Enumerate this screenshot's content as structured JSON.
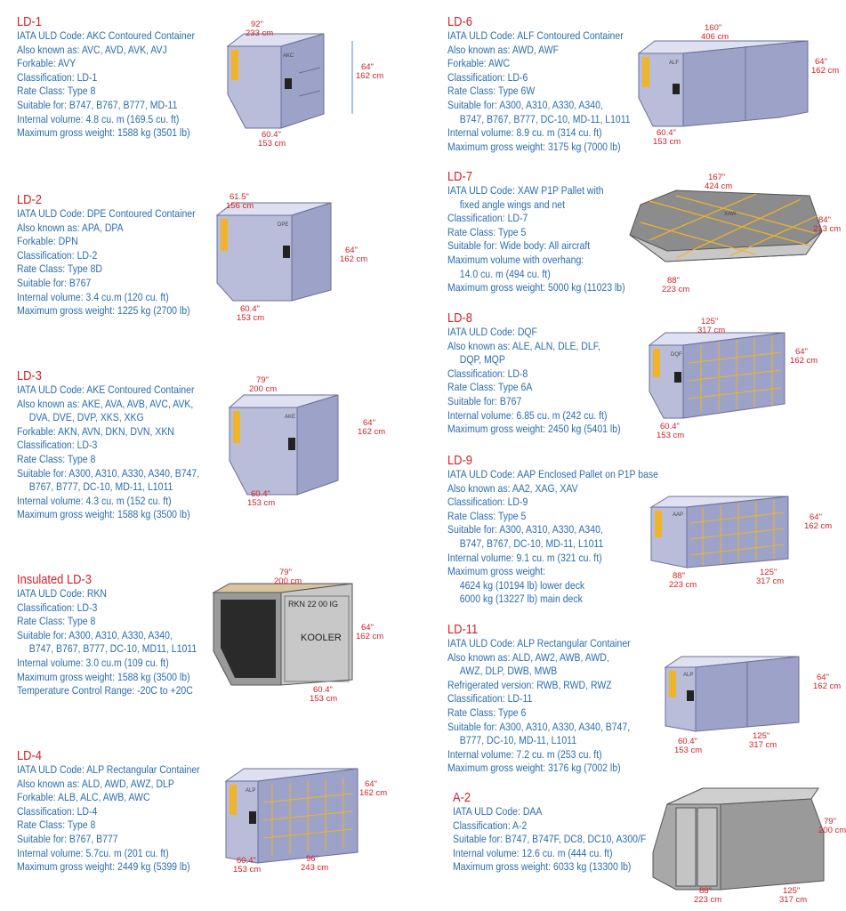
{
  "entries": [
    {
      "id": "ld1",
      "title": "LD-1",
      "lines": [
        "IATA ULD Code: AKC Contoured Container",
        "Also known as: AVC, AVD, AVK, AVJ",
        "Forkable: AVY",
        "Classification: LD-1",
        "Rate Class: Type 8",
        "Suitable for: B747, B767, B777, MD-11",
        "Internal volume: 4.8 cu. m (169.5 cu. ft)",
        "Maximum gross weight: 1588 kg (3501 lb)"
      ],
      "dims": {
        "top": "92\"",
        "top2": "233 cm",
        "side": "64\"",
        "side2": "162 cm",
        "bottom": "60.4\"",
        "bottom2": "153 cm"
      },
      "label": "AKC"
    },
    {
      "id": "ld2",
      "title": "LD-2",
      "lines": [
        "IATA ULD Code: DPE Contoured Container",
        "Also known as: APA, DPA",
        "Forkable: DPN",
        "Classification: LD-2",
        "Rate Class: Type 8D",
        "Suitable for: B767",
        "Internal volume: 3.4  cu.m (120 cu. ft)",
        "Maximum gross weight: 1225 kg (2700 lb)"
      ],
      "dims": {
        "top": "61.5\"",
        "top2": "156 cm",
        "side": "64\"",
        "side2": "162 cm",
        "bottom": "60.4\"",
        "bottom2": "153 cm"
      },
      "label": "DPE"
    },
    {
      "id": "ld3",
      "title": "LD-3",
      "lines": [
        "IATA ULD Code: AKE Contoured Container",
        "Also known as: AKE, AVA, AVB, AVC, AVK,",
        {
          "indent": true,
          "text": "DVA, DVE, DVP, XKS, XKG"
        },
        "Forkable: AKN, AVN, DKN, DVN, XKN",
        "Classification: LD-3",
        "Rate Class: Type 8",
        "Suitable for: A300, A310, A330, A340, B747,",
        {
          "indent": true,
          "text": "B767, B777, DC-10, MD-11, L1011"
        },
        "Internal volume: 4.3 cu. m (152 cu. ft)",
        "Maximum gross weight: 1588 kg (3500 lb)"
      ],
      "dims": {
        "top": "79\"",
        "top2": "200 cm",
        "side": "64\"",
        "side2": "162 cm",
        "bottom": "60.4\"",
        "bottom2": "153 cm"
      },
      "label": "AKE"
    },
    {
      "id": "ild3",
      "title": "Insulated LD-3",
      "lines": [
        "IATA ULD Code:  RKN",
        "Classification:  LD-3",
        "Rate Class:  Type 8",
        "Suitable for:  A300, A310, A330, A340,",
        {
          "indent": true,
          "text": "B747, B767, B777, DC-10, MD11, L1011"
        },
        "Internal volume: 3.0 cu.m (109 cu. ft)",
        "Maximum gross weight: 1588 kg (3500 lb)",
        "Temperature Control Range:  -20C to +20C"
      ],
      "dims": {
        "top": "79\"",
        "top2": "200 cm",
        "side": "64\"",
        "side2": "162 cm",
        "bottom": "60.4\"",
        "bottom2": "153 cm"
      },
      "label": "RKN  22 00  IG",
      "brand": "KOOLER"
    },
    {
      "id": "ld4",
      "title": "LD-4",
      "lines": [
        "IATA ULD Code: ALP Rectangular Container",
        "Also known as: ALD, AWD, AWZ, DLP",
        "Forkable: ALB, ALC, AWB, AWC",
        "Classification: LD-4",
        "Rate Class: Type 8",
        "Suitable for: B767, B777",
        "Internal volume: 5.7cu. m (201 cu. ft)",
        "Maximum gross weight: 2449 kg (5399 lb)"
      ],
      "dims": {
        "side": "64\"",
        "side2": "162 cm",
        "bottom": "60.4\"",
        "bottom2": "153 cm",
        "front": "96\"",
        "front2": "243 cm"
      },
      "label": "ALP"
    },
    {
      "id": "ld6",
      "title": "LD-6",
      "lines": [
        "IATA ULD Code: ALF Contoured Container",
        "Also known as: AWD, AWF",
        "Forkable: AWC",
        "Classification: LD-6",
        "Rate Class: Type 6W",
        "Suitable for: A300, A310, A330, A340,",
        {
          "indent": true,
          "text": "B747, B767, B777, DC-10, MD-11, L1011"
        },
        "Internal volume: 8.9 cu. m (314 cu. ft)",
        "Maximum gross weight: 3175 kg (7000 lb)"
      ],
      "dims": {
        "top": "160\"",
        "top2": "406 cm",
        "side": "64\"",
        "side2": "162 cm",
        "bottom": "60.4\"",
        "bottom2": "153 cm"
      },
      "label": "ALF"
    },
    {
      "id": "ld7",
      "title": "LD-7",
      "lines": [
        "IATA ULD Code: XAW P1P Pallet with",
        {
          "indent": true,
          "text": "fixed angle wings and net"
        },
        "Classification: LD-7",
        "Rate Class: Type 5",
        "Suitable for: Wide body: All aircraft",
        "Maximum volume with overhang:",
        {
          "indent": true,
          "text": "14.0 cu. m (494 cu. ft)"
        },
        "Maximum gross weight: 5000 kg (11023 lb)"
      ],
      "dims": {
        "top": "167\"",
        "top2": "424 cm",
        "side": "84\"",
        "side2": "213 cm",
        "bottom": "88\"",
        "bottom2": "223 cm"
      },
      "label": "XAW"
    },
    {
      "id": "ld8",
      "title": "LD-8",
      "lines": [
        "IATA ULD Code: DQF",
        "Also known as: ALE, ALN, DLE, DLF,",
        {
          "indent": true,
          "text": "DQP, MQP"
        },
        "Classification: LD-8",
        "Rate Class: Type 6A",
        "Suitable for: B767",
        "Internal volume: 6.85 cu. m (242 cu. ft)",
        "Maximum gross weight: 2450 kg (5401 lb)"
      ],
      "dims": {
        "top": "125\"",
        "top2": "317 cm",
        "side": "64\"",
        "side2": "162 cm",
        "bottom": "60.4\"",
        "bottom2": "153 cm"
      },
      "label": "DQF"
    },
    {
      "id": "ld9",
      "title": "LD-9",
      "lines": [
        "IATA ULD Code: AAP Enclosed Pallet on P1P base",
        "Also known as: AA2, XAG, XAV",
        "Classification: LD-9",
        "Rate Class: Type 5",
        "Suitable for: A300, A310, A330, A340,",
        {
          "indent": true,
          "text": "B747, B767, DC-10, MD-11, L1011"
        },
        "Internal volume: 9.1 cu. m (321 cu. ft)",
        "Maximum gross weight:",
        {
          "indent": true,
          "text": "4624 kg (10194 lb) lower deck"
        },
        {
          "indent": true,
          "text": "6000 kg (13227 lb) main deck"
        }
      ],
      "dims": {
        "side": "64\"",
        "side2": "162 cm",
        "bottom": "88\"",
        "bottom2": "223 cm",
        "front": "125\"",
        "front2": "317 cm"
      },
      "label": "AAP"
    },
    {
      "id": "ld11",
      "title": "LD-11",
      "lines": [
        "IATA ULD Code: ALP Rectangular Container",
        "Also known as: ALD, AW2, AWB, AWD,",
        {
          "indent": true,
          "text": "AWZ, DLP, DWB, MWB"
        },
        "Refrigerated version: RWB, RWD, RWZ",
        "Classification: LD-11",
        "Rate Class: Type 6",
        "Suitable for: A300, A310, A330, A340, B747,",
        {
          "indent": true,
          "text": "B777, DC-10, MD-11, L1011"
        },
        "Internal volume: 7.2 cu. m (253 cu. ft)",
        "Maximum gross weight: 3176 kg (7002 lb)"
      ],
      "dims": {
        "side": "64\"",
        "side2": "162 cm",
        "bottom": "60.4\"",
        "bottom2": "153 cm",
        "front": "125\"",
        "front2": "317 cm"
      },
      "label": "ALP"
    },
    {
      "id": "a2",
      "title": "A-2",
      "lines": [
        "IATA ULD Code:  DAA",
        "Classification:  A-2",
        "Suitable for:  B747, B747F, DC8, DC10, A300/F",
        "Internal volume:  12.6 cu. m (444 cu. ft)",
        "Maximum gross weight:  6033 kg (13300 lb)"
      ],
      "dims": {
        "side": "79\"",
        "side2": "200 cm",
        "bottom": "88\"",
        "bottom2": "223 cm",
        "front": "125\"",
        "front2": "317 cm"
      }
    }
  ],
  "colors": {
    "title": "#d22027",
    "text": "#2b6cb0",
    "dimension": "#d22027",
    "container": "#b9bdd9",
    "net": "#f0b429"
  }
}
